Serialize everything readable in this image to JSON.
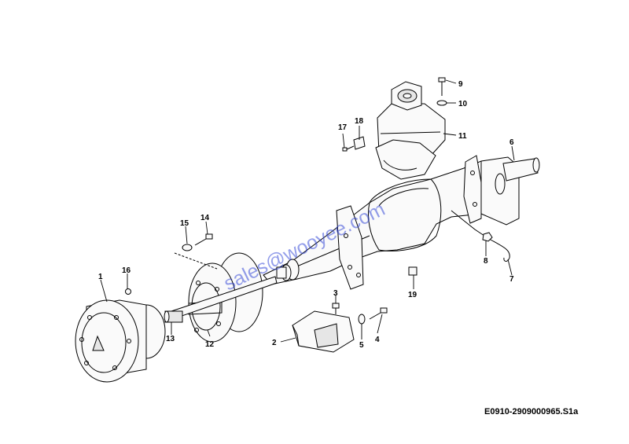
{
  "watermark": "sales@wooyee.com",
  "drawing_ref": "E0910-2909000965.S1a",
  "callouts": [
    "1",
    "2",
    "3",
    "4",
    "5",
    "6",
    "7",
    "8",
    "9",
    "10",
    "11",
    "12",
    "13",
    "14",
    "15",
    "16",
    "17",
    "18",
    "19"
  ]
}
